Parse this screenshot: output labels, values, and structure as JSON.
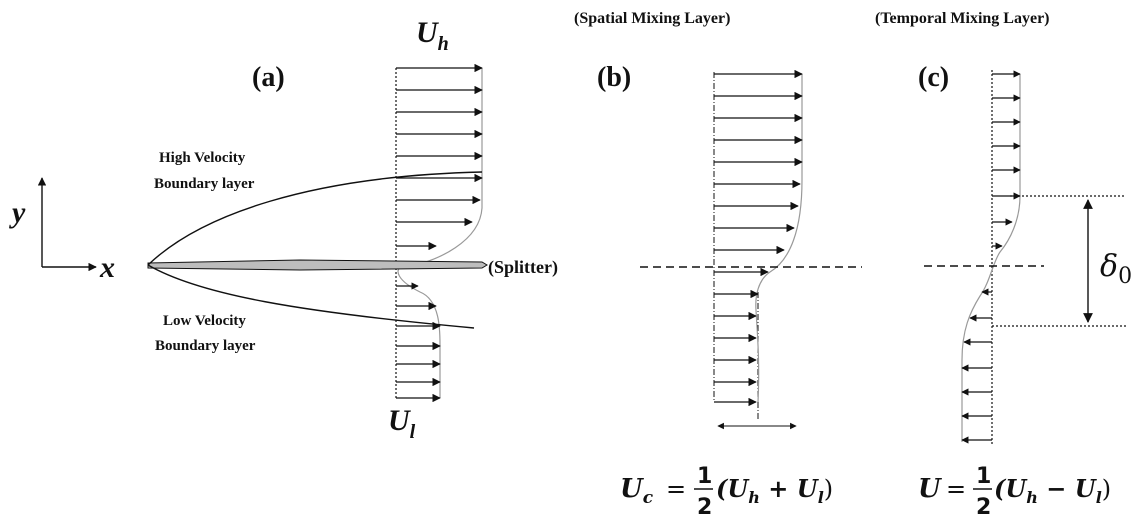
{
  "panels": {
    "a": {
      "label": "(a)",
      "upper_velocity": {
        "symbol": "U",
        "sub": "h"
      },
      "lower_velocity": {
        "symbol": "U",
        "sub": "l"
      },
      "high_bl": [
        "High Velocity",
        "Boundary layer"
      ],
      "low_bl": [
        "Low Velocity",
        "Boundary layer"
      ],
      "splitter": "(Splitter)",
      "axis_x": "x",
      "axis_y": "y"
    },
    "b": {
      "label": "(b)",
      "title": "(Spatial Mixing Layer)",
      "formula": {
        "lhs": "U",
        "lhs_sub": "c",
        "num": "1",
        "den": "2",
        "open": "(U",
        "h": "h",
        "op": " + U",
        "l": "l",
        "close": ")"
      }
    },
    "c": {
      "label": "(c)",
      "title": "(Temporal Mixing Layer)",
      "thickness": {
        "symbol": "δ",
        "sub": "0"
      },
      "formula": {
        "lhs": "U",
        "num": "1",
        "den": "2",
        "open": "(U",
        "h": "h",
        "op": " − U",
        "l": "l",
        "close": ")"
      }
    }
  }
}
